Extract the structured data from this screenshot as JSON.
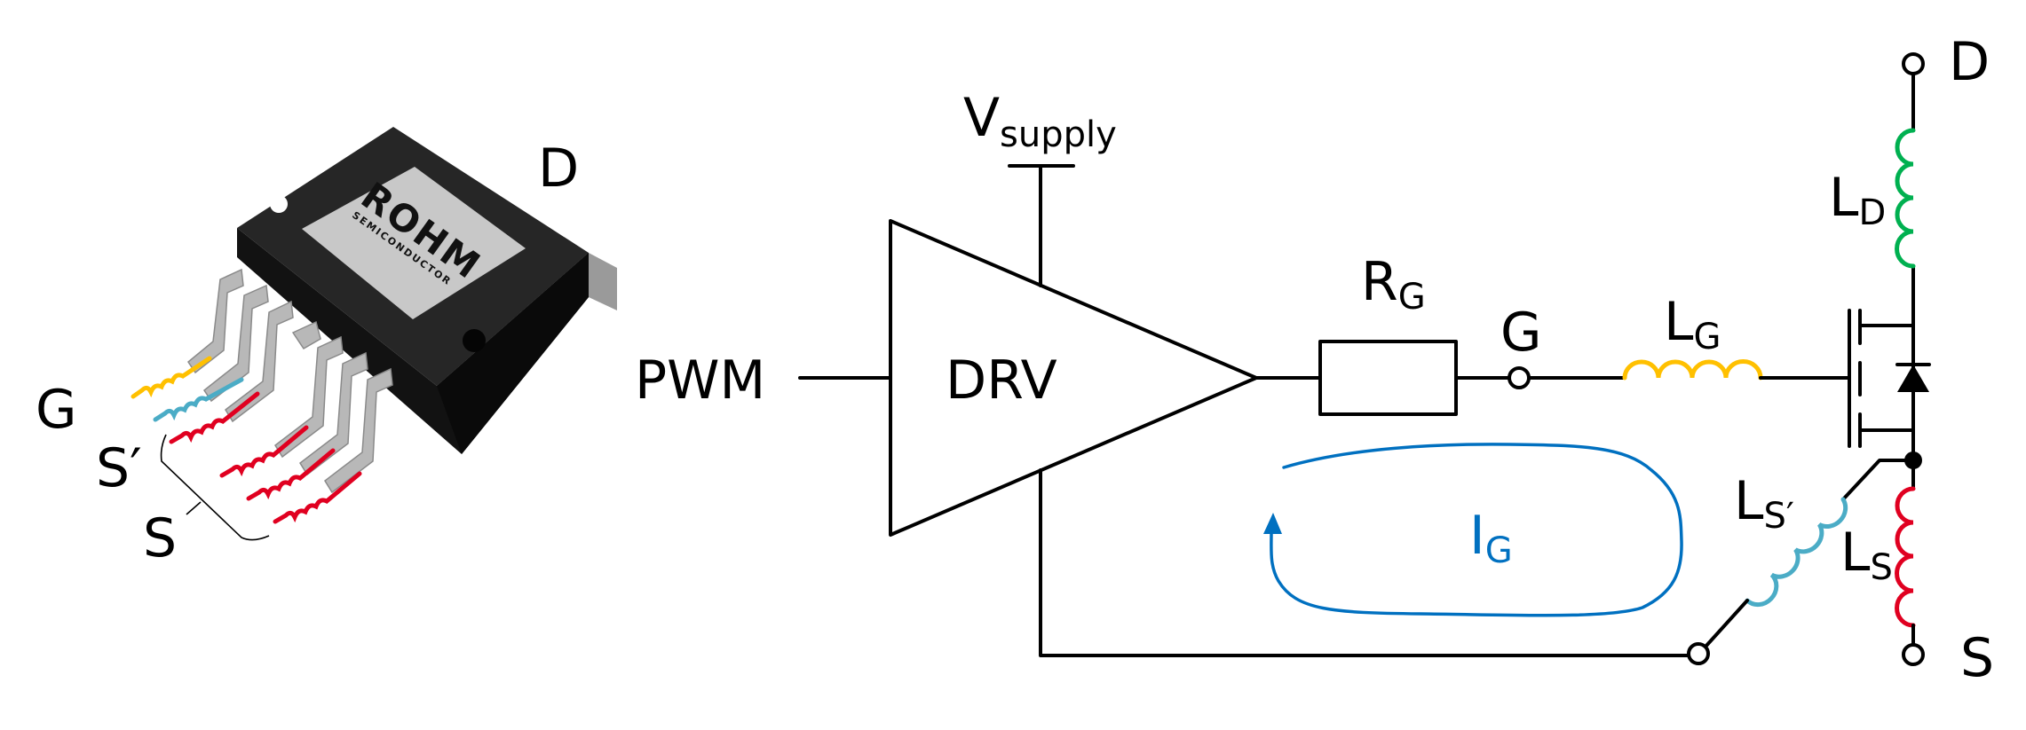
{
  "colors": {
    "gate_inductance": "#FFC000",
    "kelvin_source_inductance": "#4BACC6",
    "source_inductance": "#E00020",
    "drain_inductance": "#00B050",
    "gate_current": "#0070C0",
    "package_body": "#1c1c1c",
    "package_label": "#c8c8c8",
    "lead": "#b9b9b9"
  },
  "package": {
    "brand": "ROHM",
    "brand_sub": "SEMICONDUCTOR",
    "pin_labels": {
      "drain": "D",
      "gate": "G",
      "kelvin_source": "S′",
      "source": "S"
    }
  },
  "schematic": {
    "input_label": "PWM",
    "driver_label": "DRV",
    "supply": {
      "main": "V",
      "sub": "supply"
    },
    "gate_resistor": {
      "main": "R",
      "sub": "G"
    },
    "gate_terminal": "G",
    "gate_inductor": {
      "main": "L",
      "sub": "G"
    },
    "drain_inductor": {
      "main": "L",
      "sub": "D"
    },
    "drain_terminal": "D",
    "kelvin_inductor": {
      "main": "L",
      "sub": "S′"
    },
    "source_inductor": {
      "main": "L",
      "sub": "S"
    },
    "source_terminal": "S",
    "gate_current": {
      "main": "I",
      "sub": "G"
    }
  }
}
